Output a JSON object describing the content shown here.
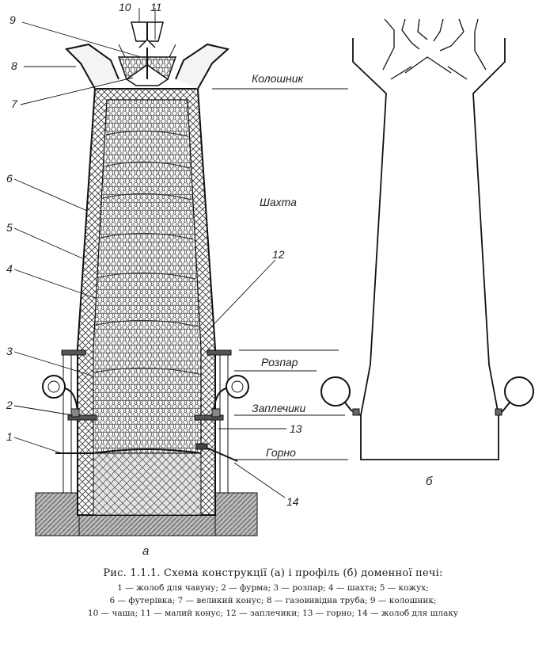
{
  "labels": {
    "n1": "1",
    "n2": "2",
    "n3": "3",
    "n4": "4",
    "n5": "5",
    "n6": "6",
    "n7": "7",
    "n8": "8",
    "n9": "9",
    "n10": "10",
    "n11": "11",
    "n12": "12",
    "n13": "13",
    "n14": "14"
  },
  "zones": {
    "kolosnyk": "Колошник",
    "shakhta": "Шахта",
    "rozpar": "Розпар",
    "zaplechyky": "Заплечики",
    "gorno": "Горно"
  },
  "sublabels": {
    "a": "а",
    "b": "б"
  },
  "caption": {
    "title": "Рис. 1.1.1. Схема конструкції (а) і профіль (б) доменної печі:",
    "legend": [
      "1 — жолоб для чавуну; 2 — фурма; 3 — розпар; 4 — шахта; 5 — кожух;",
      "6 — футерівка; 7 — великий конус; 8 — газовивідна труба; 9 — колошник;",
      "10 — чаша; 11 — малий конус; 12 — заплечики; 13 — горно; 14 — жолоб для шлаку"
    ]
  }
}
